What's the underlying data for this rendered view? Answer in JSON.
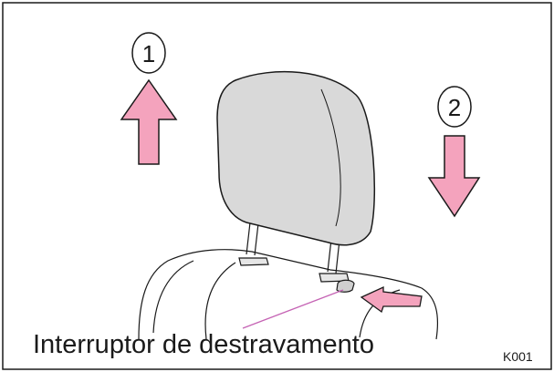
{
  "step_1": "1",
  "step_2": "2",
  "callout": "Interruptor de destravamento",
  "figure_code": "K001",
  "colors": {
    "arrow_fill": "#f4a3bd",
    "headrest_fill": "#d9d9d9",
    "leader_line": "#c563b4",
    "outline": "#1a1a1a"
  }
}
